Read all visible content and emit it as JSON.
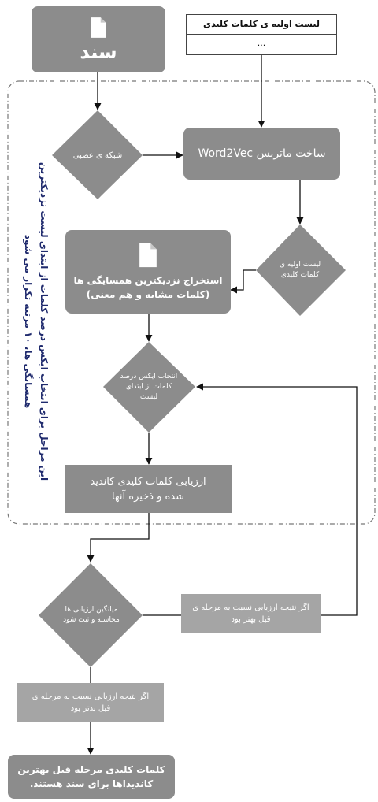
{
  "nodes": {
    "document": {
      "label": "سند"
    },
    "initial_keywords_list": {
      "title": "لیست اولیه ی کلمات کلیدی",
      "ellipsis": "..."
    },
    "neural_network": {
      "label": "شبکه ی عصبی"
    },
    "word2vec_matrix": {
      "label": "ساخت ماتریس Word2Vec"
    },
    "initial_keywords": {
      "label": "لیست اولیه ی کلمات کلیدی"
    },
    "extract_neighbors": {
      "line1": "استخراج نزدیکترین همسایگی ها",
      "line2": "(کلمات مشابه و هم معنی)"
    },
    "select_x_percent": {
      "label": "انتخاب ایکس درصد کلمات از ابتدای لیست"
    },
    "evaluate_candidates": {
      "line1": "ارزیابی کلمات کلیدی کاندید",
      "line2": "شده و ذخیره آنها"
    },
    "average_evaluation": {
      "label": "میانگین ارزیابی ها محاسبه و ثبت شود"
    },
    "if_better": {
      "label": "اگر نتیجه ارزیابی نسبت به مرحله ی قبل بهتر بود"
    },
    "if_worse": {
      "label": "اگر نتیجه ارزیابی نسبت به مرحله ی قبل بدتر بود"
    },
    "final_result": {
      "label": "کلمات کلیدی مرحله قبل بهترین کاندیداها برای سند هستند."
    }
  },
  "loop_note": "این مراحل برای انتخاب ایکس درصد کلمات از ابتدای لیست نزدیکترین همسایگی ها، ۱۰ مرتبه تکرار می شود",
  "colors": {
    "box_fill": "#8c8c8c",
    "light_fill": "#a5a5a5",
    "arrow": "#111111",
    "note_text": "#1f2a6d"
  },
  "icons": {
    "document": "document-icon"
  }
}
